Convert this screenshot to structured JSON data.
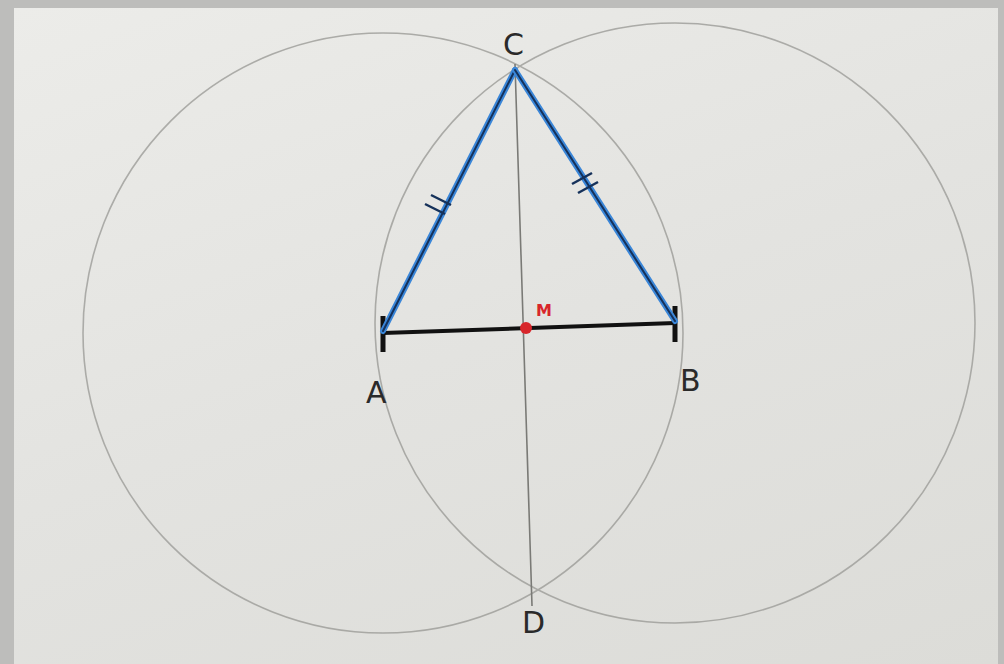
{
  "diagram": {
    "labels": [
      "C",
      "A",
      "B",
      "M",
      "D"
    ]
  }
}
